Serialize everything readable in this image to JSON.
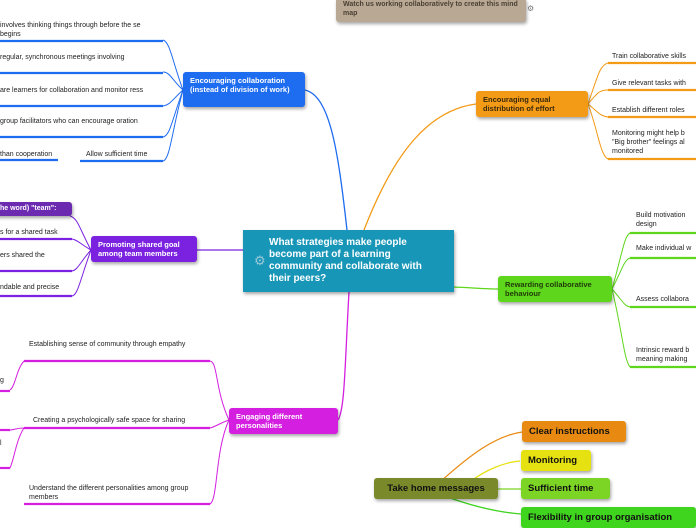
{
  "central_topic": "What strategies make people become part of a learning community and collaborate with their peers?",
  "top_note": {
    "label": "Watch us working collaboratively to create this mind map"
  },
  "branches": {
    "encouraging_collaboration": {
      "label": "Encouraging collaboration (instead of division of work)",
      "color": "#1e6cf0",
      "items": [
        "involves thinking things through before the se begins",
        "regular, synchronous meetings involving",
        "are learners for collaboration and monitor ress",
        "group facilitators who can encourage oration",
        "than cooperation",
        "Allow sufficient time"
      ]
    },
    "promoting_shared_goal": {
      "label": "Promoting shared goal among team members",
      "color": "#7b22e0",
      "items": [
        "he word) \"team\":",
        "s for a shared task",
        "ers shared the",
        "ndable and precise"
      ]
    },
    "engaging_personalities": {
      "label": "Engaging different personalities",
      "color": "#d41ee0",
      "items": [
        "Establishing sense of community through empathy",
        "Creating a psychologically safe space for sharing",
        "Understand the different personalities among group members",
        "g",
        "l"
      ]
    },
    "equal_distribution": {
      "label": "Encouraging equal distribution of effort",
      "color": "#f39a16",
      "items": [
        "Train collaborative skills",
        "Give relevant tasks with",
        "Establish different roles",
        "Monitoring might help b \"Big brother\" feelings al monitored"
      ]
    },
    "rewarding_behaviour": {
      "label": "Rewarding collaborative behaviour",
      "color": "#5ed61c",
      "items": [
        "Build motivation design",
        "Make individual w",
        "Assess collabora",
        "Intrinsic reward b meaning making"
      ]
    }
  },
  "take_home": {
    "label": "Take home messages",
    "items": [
      {
        "label": "Clear instructions",
        "color": "#e88a12"
      },
      {
        "label": "Monitoring",
        "color": "#e6e212"
      },
      {
        "label": "Sufficient time",
        "color": "#7cd424"
      },
      {
        "label": "Flexibility in group organisation",
        "color": "#3fd41e"
      }
    ]
  }
}
